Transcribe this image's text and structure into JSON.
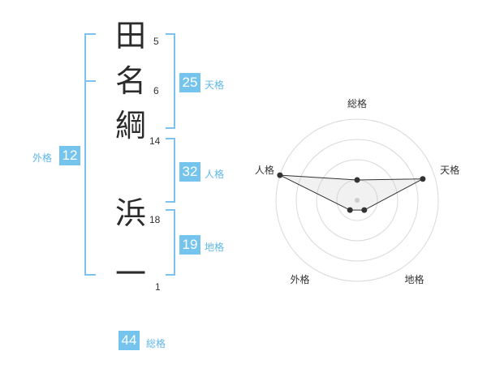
{
  "name": {
    "characters": [
      {
        "char": "田",
        "strokes": "5"
      },
      {
        "char": "名",
        "strokes": "6"
      },
      {
        "char": "綱",
        "strokes": "14"
      },
      {
        "char": "浜",
        "strokes": "18"
      },
      {
        "char": "一",
        "strokes": "1"
      }
    ]
  },
  "kakusu": {
    "tenkaku": {
      "value": "25",
      "label": "天格"
    },
    "jinkaku": {
      "value": "32",
      "label": "人格"
    },
    "chikaku": {
      "value": "19",
      "label": "地格"
    },
    "gaikaku": {
      "value": "12",
      "label": "外格"
    },
    "soukaku": {
      "value": "44",
      "label": "総格"
    }
  },
  "colors": {
    "accent": "#74c4ee",
    "bracket": "#7cc3f2",
    "text": "#2b2b2b"
  },
  "chart_data": {
    "type": "radar",
    "axes": [
      "総格",
      "天格",
      "地格",
      "外格",
      "人格"
    ],
    "values": [
      0.25,
      0.85,
      0.15,
      0.15,
      1.0
    ],
    "max": 1.0,
    "rings": 4
  }
}
